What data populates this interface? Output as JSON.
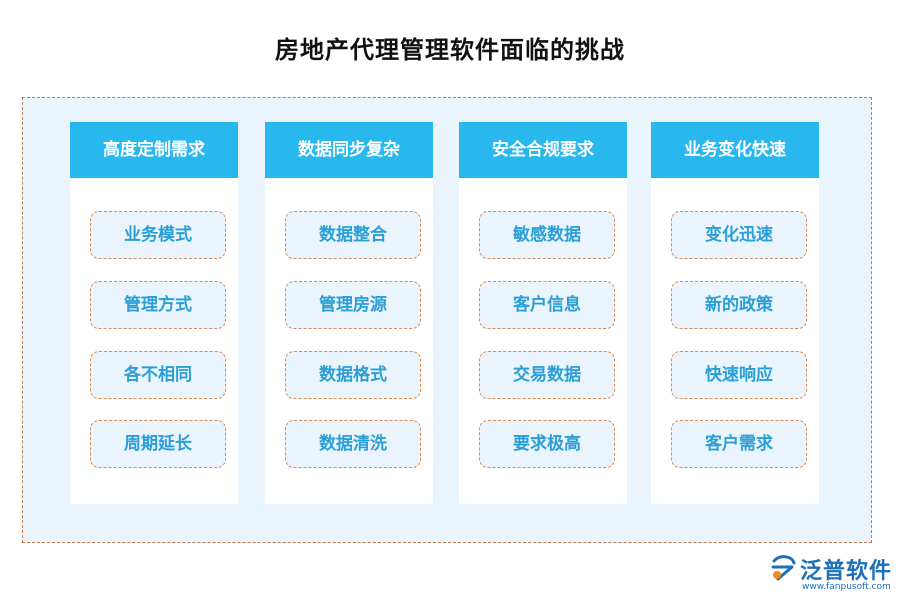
{
  "title": "房地产代理管理软件面临的挑战",
  "columns": [
    {
      "header": "高度定制需求",
      "items": [
        "业务模式",
        "管理方式",
        "各不相同",
        "周期延长"
      ]
    },
    {
      "header": "数据同步复杂",
      "items": [
        "数据整合",
        "管理房源",
        "数据格式",
        "数据清洗"
      ]
    },
    {
      "header": "安全合规要求",
      "items": [
        "敏感数据",
        "客户信息",
        "交易数据",
        "要求极高"
      ]
    },
    {
      "header": "业务变化快速",
      "items": [
        "变化迅速",
        "新的政策",
        "快速响应",
        "客户需求"
      ]
    }
  ],
  "logo": {
    "name": "泛普软件",
    "url": "www.fanpusoft.com"
  },
  "colors": {
    "header_bg": "#29b8ee",
    "item_text": "#2a9fd6",
    "dashed_border": "#de8a4e",
    "panel_bg": "#eaf4fd",
    "logo_blue": "#1d6fb8",
    "logo_orange": "#f08a24"
  }
}
